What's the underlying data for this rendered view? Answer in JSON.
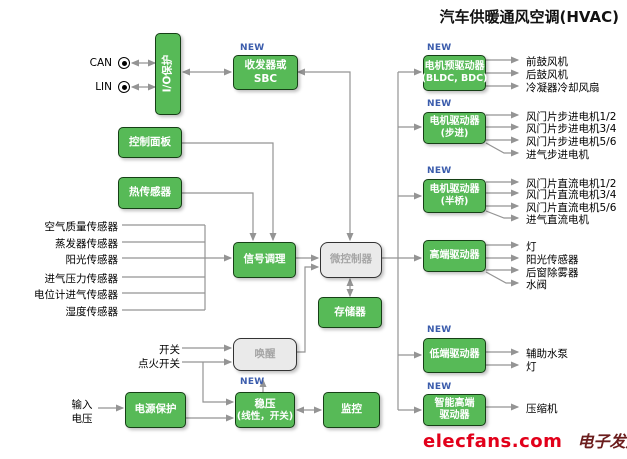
{
  "title": "汽车供暖通风空调(HVAC)",
  "new_badge": "NEW",
  "colors": {
    "box_green": "#57ba57",
    "box_green_border": "#164016",
    "box_gray": "#eaeaea",
    "gray_text": "#a6a6a6",
    "new_blue": "#3b5cac",
    "line_gray": "#949494",
    "logo_red": "#e2001a",
    "logo_dark_red": "#6b1d1d"
  },
  "left": {
    "can": "CAN",
    "lin": "LIN",
    "io_protection": "I/O保护",
    "transceiver_line1": "收发器或",
    "transceiver_line2": "SBC",
    "control_panel": "控制面板",
    "thermal_sensor": "热传感器",
    "sensors": [
      "空气质量传感器",
      "蒸发器传感器",
      "阳光传感器",
      "进气压力传感器",
      "电位计进气传感器",
      "湿度传感器"
    ],
    "signal_conditioning": "信号调理",
    "switch": "开关",
    "ignition_switch": "点火开关",
    "input_voltage_line1": "输入",
    "input_voltage_line2": "电压",
    "power_protection": "电源保护"
  },
  "core": {
    "mcu": "微控制器",
    "memory": "存储器",
    "wakeup": "唤醒",
    "regulator_line1": "稳压",
    "regulator_line2": "(线性，开关)",
    "monitor": "监控"
  },
  "drivers": [
    {
      "line1": "电机预驱动器",
      "line2": "(BLDC, BDC)",
      "new": "NEW",
      "outputs": [
        "前鼓风机",
        "后鼓风机",
        "冷凝器冷却风扇"
      ]
    },
    {
      "line1": "电机驱动器",
      "line2": "(步进)",
      "new": "NEW",
      "outputs": [
        "风门片步进电机1/2",
        "风门片步进电机3/4",
        "风门片步进电机5/6",
        "进气步进电机"
      ]
    },
    {
      "line1": "电机驱动器",
      "line2": "(半桥)",
      "new": "NEW",
      "outputs": [
        "风门片直流电机1/2",
        "风门片直流电机3/4",
        "风门片直流电机5/6",
        "进气直流电机"
      ]
    },
    {
      "line1": "高端驱动器",
      "outputs": [
        "灯",
        "阳光传感器",
        "后窗除雾器",
        "水阀"
      ]
    },
    {
      "line1": "低端驱动器",
      "new": "NEW",
      "outputs": [
        "辅助水泵",
        "灯"
      ]
    },
    {
      "line1": "智能高端",
      "line2": "驱动器",
      "new": "NEW",
      "outputs": [
        "压缩机"
      ]
    }
  ],
  "logo": {
    "en": "elecfans.com",
    "cn": "电子发烧友"
  }
}
